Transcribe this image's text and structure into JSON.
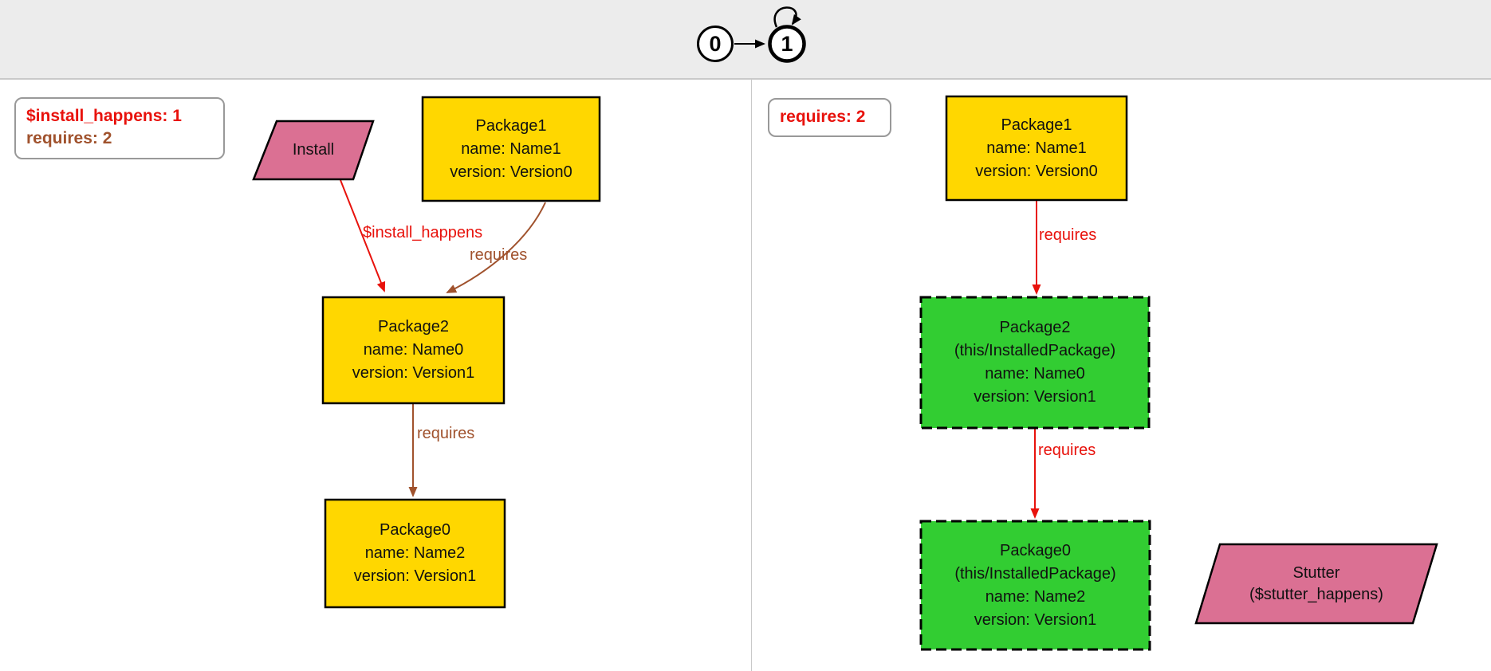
{
  "colors": {
    "gold": "#FFD700",
    "green": "#32CD32",
    "pink": "#DB7093",
    "red": "#E8120C",
    "brown": "#A0522D",
    "graybg": "#ECECEC",
    "grayline": "#C9C9C9",
    "legendborder": "#999999"
  },
  "timeline": {
    "state0": "0",
    "state1": "1"
  },
  "left": {
    "legend": {
      "install_happens": "$install_happens: 1",
      "requires": "requires: 2"
    },
    "install": {
      "label": "Install"
    },
    "package1": {
      "title": "Package1",
      "name": "name: Name1",
      "version": "version: Version0"
    },
    "package2": {
      "title": "Package2",
      "name": "name: Name0",
      "version": "version: Version1"
    },
    "package0": {
      "title": "Package0",
      "name": "name: Name2",
      "version": "version: Version1"
    },
    "edges": {
      "install_happens": "$install_happens",
      "requires1": "requires",
      "requires2": "requires"
    }
  },
  "right": {
    "legend": {
      "requires": "requires: 2"
    },
    "package1": {
      "title": "Package1",
      "name": "name: Name1",
      "version": "version: Version0"
    },
    "package2": {
      "title": "Package2",
      "subtitle": "(this/InstalledPackage)",
      "name": "name: Name0",
      "version": "version: Version1"
    },
    "package0": {
      "title": "Package0",
      "subtitle": "(this/InstalledPackage)",
      "name": "name: Name2",
      "version": "version: Version1"
    },
    "stutter": {
      "line1": "Stutter",
      "line2": "($stutter_happens)"
    },
    "edges": {
      "requires1": "requires",
      "requires2": "requires"
    }
  }
}
